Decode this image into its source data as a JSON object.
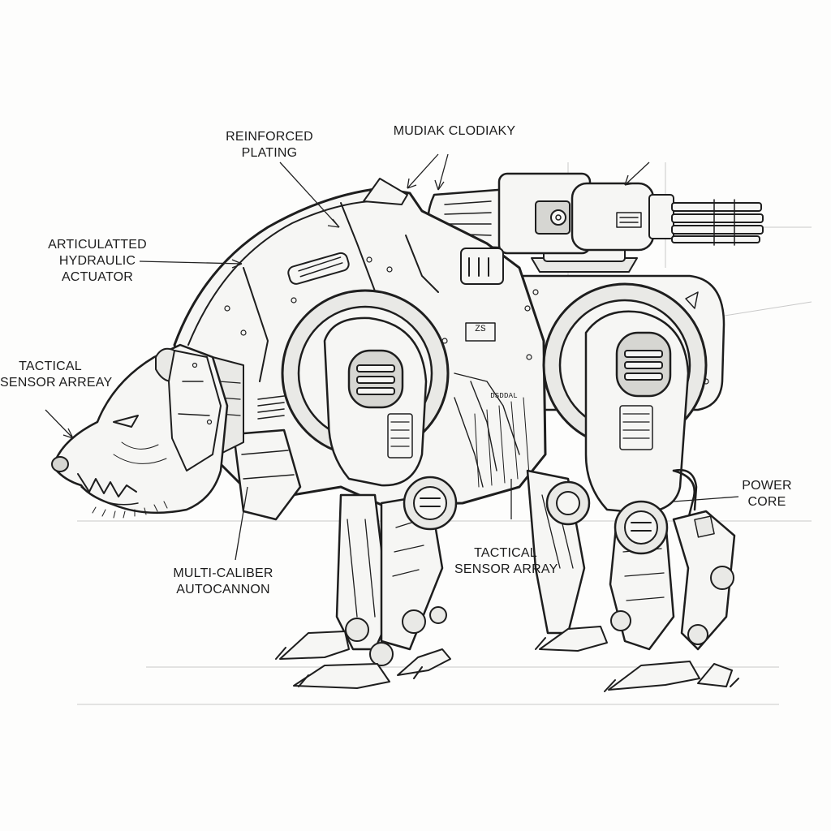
{
  "labels": {
    "reinforced_plating": [
      "REINFORCED",
      "PLATING"
    ],
    "mudiak_clodiaky": [
      "MUDIAK CLODIAKY"
    ],
    "articulated_hydraulic_actuator": [
      "ARTICULATTED",
      "HYDRAULIC",
      "ACTUATOR"
    ],
    "tactical_sensor_array_head": [
      "TACTICAL",
      "SENSOR ARREAY"
    ],
    "power_core": [
      "POWER",
      "CORE"
    ],
    "tactical_sensor_array_body": [
      "TACTICAL",
      "SENSOR ARRAY"
    ],
    "multi_caliber_autocannon": [
      "MULTI-CALIBER",
      "AUTOCANNON"
    ]
  },
  "panel_markings": {
    "side_plate": "ZS",
    "flank_plate": "DSDDAL"
  },
  "colors": {
    "ink": "#1e1e1e",
    "paper": "#fdfdfc",
    "shade": "#d6d6d2",
    "guide": "#c9c9c9"
  }
}
